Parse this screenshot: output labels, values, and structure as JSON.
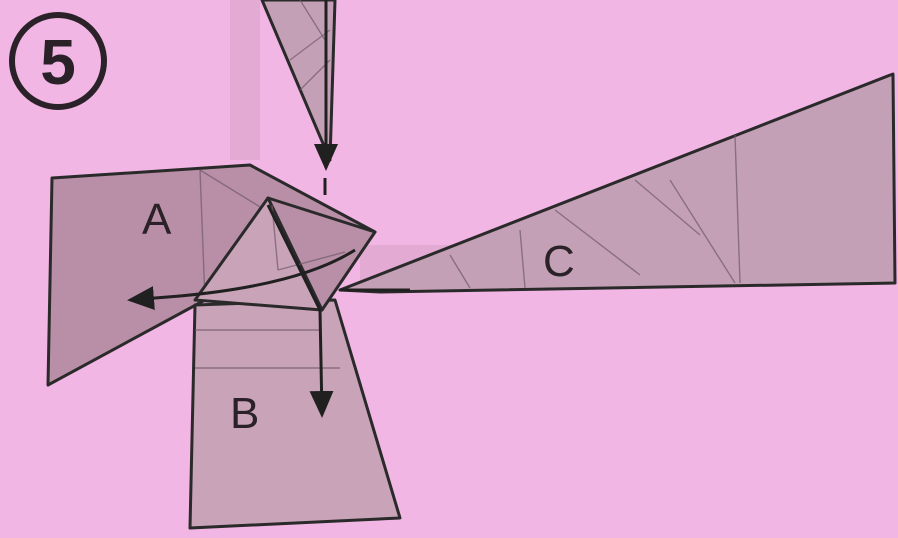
{
  "step": {
    "number": "5"
  },
  "flaps": {
    "a": {
      "label": "A"
    },
    "b": {
      "label": "B"
    },
    "c": {
      "label": "C"
    }
  },
  "colors": {
    "background": "#f2b6e4",
    "paper": "#b98fa8",
    "paper_light": "#c9a3b8",
    "line": "#2a2a2a"
  },
  "icons": {
    "arrow_left": "arrow-left-icon",
    "arrow_down": "arrow-down-icon",
    "arrow_from_top": "arrow-down-icon"
  }
}
